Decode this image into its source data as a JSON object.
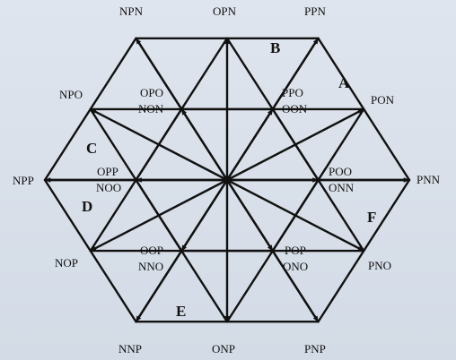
{
  "diagram": {
    "vertices": {
      "outer": [
        "PNN",
        "PON",
        "PPN",
        "OPN",
        "NPN",
        "NPO",
        "NPP",
        "NOP",
        "NNP",
        "ONP",
        "PNP",
        "PNO"
      ],
      "inner": [
        {
          "top": "POO",
          "bottom": "ONN"
        },
        {
          "top": "PPO",
          "bottom": "OON"
        },
        {
          "top": "OPO",
          "bottom": "NON"
        },
        {
          "top": "OPP",
          "bottom": "NOO"
        },
        {
          "top": "OOP",
          "bottom": "NNO"
        },
        {
          "top": "POP",
          "bottom": "ONO"
        }
      ]
    },
    "sectors": [
      "A",
      "B",
      "C",
      "D",
      "E",
      "F"
    ]
  }
}
